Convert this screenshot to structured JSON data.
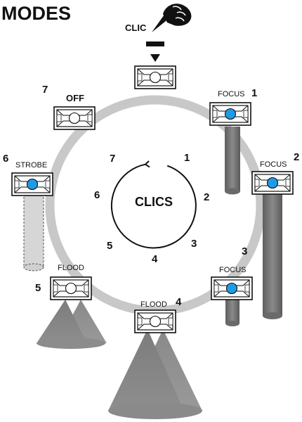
{
  "title": "MODES",
  "clic_label": "CLIC",
  "center_label": "CLICS",
  "inner_numbers": [
    "1",
    "2",
    "3",
    "4",
    "5",
    "6",
    "7"
  ],
  "modes": [
    {
      "step": "1",
      "label": "FOCUS",
      "led": "on"
    },
    {
      "step": "2",
      "label": "FOCUS",
      "led": "on"
    },
    {
      "step": "3",
      "label": "FOCUS",
      "led": "on"
    },
    {
      "step": "4",
      "label": "FLOOD",
      "led": "white"
    },
    {
      "step": "5",
      "label": "FLOOD",
      "led": "white"
    },
    {
      "step": "6",
      "label": "STROBE",
      "led": "on"
    },
    {
      "step": "7",
      "label": "OFF",
      "led": "off"
    }
  ],
  "colors": {
    "led_blue": "#1f9be6",
    "ring": "#c8c8c8",
    "beam": "#7a7a7a",
    "ink": "#111111"
  },
  "icons": [
    "pointing-hand-icon",
    "arrow-down-icon",
    "headlamp-icon",
    "cycle-arrow-icon"
  ]
}
